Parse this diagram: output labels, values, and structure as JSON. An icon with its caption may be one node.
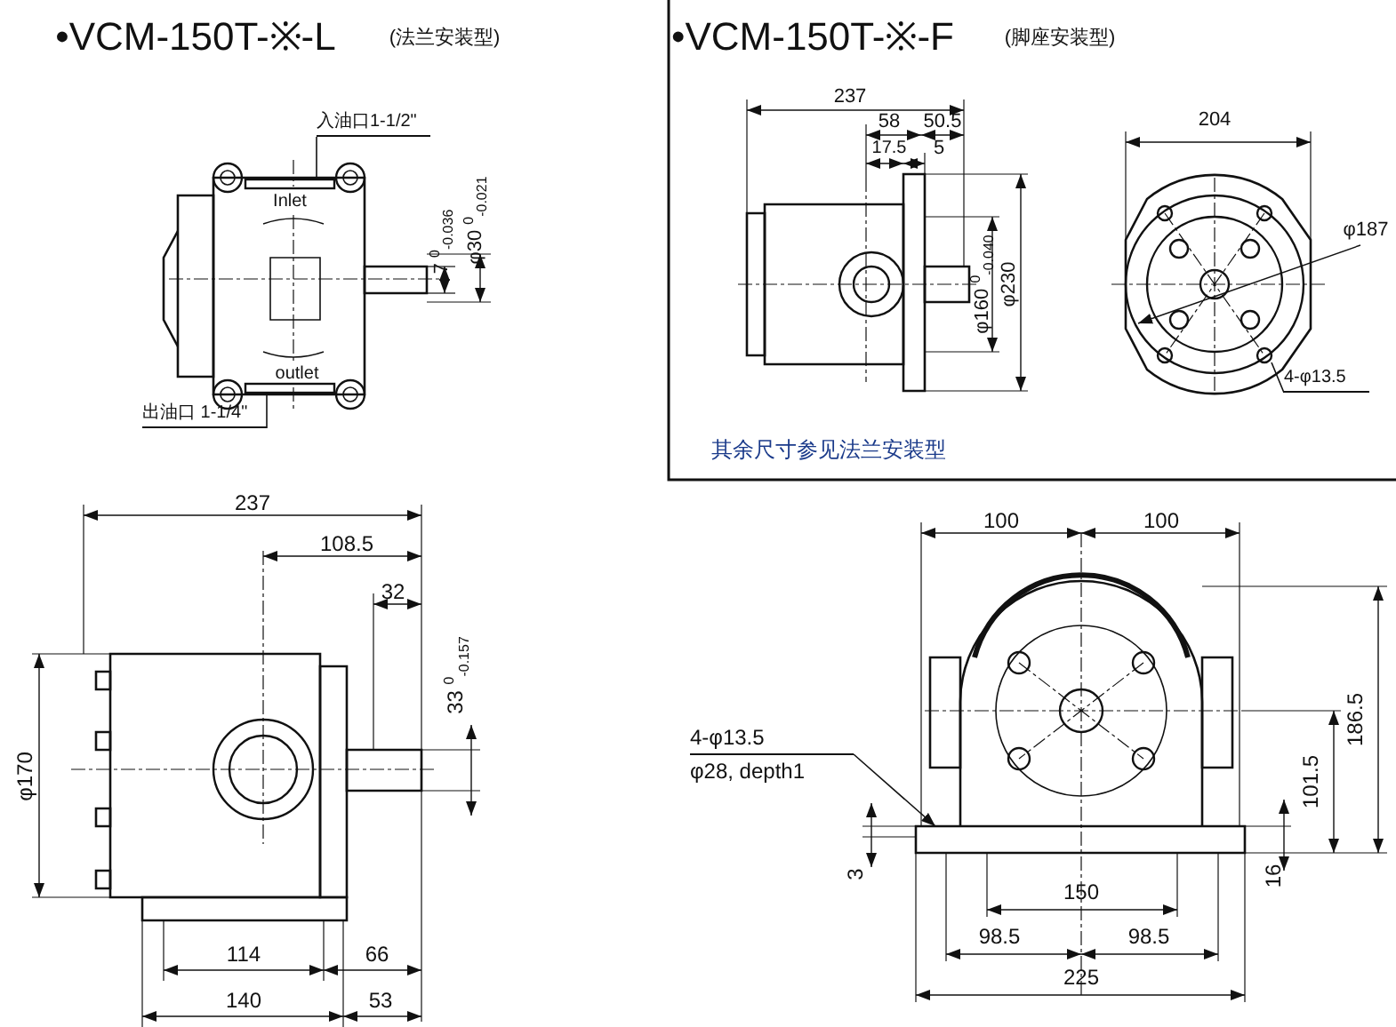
{
  "diagram": {
    "nodes": [
      {
        "text": [
          "入油口1-1/2\""
        ]
      },
      {
        "text": [
          "出油口 1-1/4\""
        ]
      },
      {
        "text": [
          "4-φ13.5"
        ]
      },
      {
        "text": [
          "4-φ13.5",
          "φ28, depth1"
        ]
      },
      {
        "text": [],
        "shape": "box"
      },
      {
        "text": [],
        "shape": "box"
      },
      {
        "text": [],
        "shape": "circle"
      }
    ],
    "edges": [
      {
        "from": 0,
        "to": 4,
        "arrow": "none"
      },
      {
        "from": 1,
        "to": 5,
        "arrow": "none"
      },
      {
        "from": 2,
        "to": 6,
        "arrow": "none"
      },
      {
        "from": 3,
        "to": null,
        "arrow": "to"
      }
    ],
    "labels": [
      "•VCM-150T-※-L",
      "(法兰安装型)",
      "Inlet",
      "outlet",
      "7 $^{0}$$_{-0.036}$",
      "φ30 $^{0}$$_{-0.021}$",
      "•VCM-150T-※-F",
      "(脚座安装型)",
      "237",
      "58",
      "50.5",
      "17.5",
      "5",
      "φ160 $^{0}$$_{-0.040}$",
      "φ230",
      "204",
      "φ187",
      "其余尺寸参见法兰安装型",
      "237",
      "108.5",
      "32",
      "33 $^{0}$$_{-0.157}$",
      "φ170",
      "114",
      "66",
      "140",
      "53",
      "100",
      "100",
      "186.5",
      "101.5",
      "3",
      "150",
      "16",
      "98.5",
      "98.5",
      "225"
    ]
  }
}
